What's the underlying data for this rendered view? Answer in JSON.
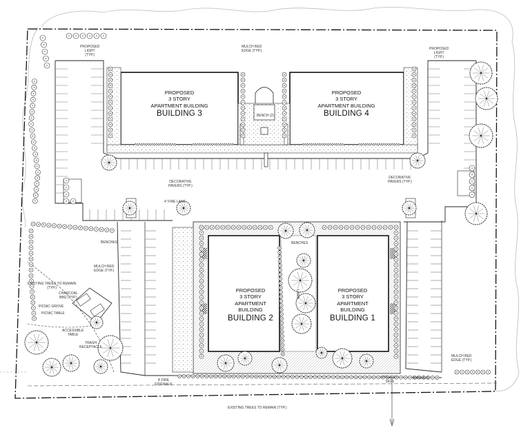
{
  "buildings": {
    "b3": {
      "line1": "PROPOSED",
      "line2": "3 STORY",
      "line3": "APARTMENT BUILDING",
      "name": "BUILDING 3"
    },
    "b4": {
      "line1": "PROPOSED",
      "line2": "3 STORY",
      "line3": "APARTMENT BUILDING",
      "name": "BUILDING 4"
    },
    "b2": {
      "line1": "PROPOSED",
      "line2": "3 STORY",
      "line3": "APARTMENT",
      "line4": "BUILDING",
      "name": "BUILDING 2"
    },
    "b1": {
      "line1": "PROPOSED",
      "line2": "3 STORY",
      "line3": "APARTMENT",
      "line4": "BUILDING",
      "name": "BUILDING 1"
    }
  },
  "labels": {
    "light_left": {
      "l1": "PROPOSED",
      "l2": "LIGHT",
      "l3": "(TYP.)"
    },
    "light_right": {
      "l1": "PROPOSED",
      "l2": "LIGHT",
      "l3": "(TYP.)"
    },
    "mulch_top": {
      "l1": "MULCH BED",
      "l2": "EDGE (TYP.)"
    },
    "mulch_left": {
      "l1": "MULCH BED",
      "l2": "EDGE (TYP.)"
    },
    "mulch_right": {
      "l1": "MULCH BED",
      "l2": "EDGE (TYP.)"
    },
    "bench_top": "BENCH (2)",
    "pavers_left": {
      "l1": "DECORATIVE",
      "l2": "PAVERS (TYP.)"
    },
    "pavers_right": {
      "l1": "DECORATIVE",
      "l2": "PAVERS (TYP.)"
    },
    "benches_left": "BENCHES",
    "benches_center": "BENCHES",
    "existing_trees_left": {
      "l1": "EXISTING TREES TO REMAIN",
      "l2": "(TYP.)"
    },
    "charcoal": {
      "l1": "CHARCOAL",
      "l2": "BBQ (TYP.)"
    },
    "picnic_grove": "PICNIC GROVE",
    "picnic_table": "PICNIC TABLE",
    "accessible_table": {
      "l1": "ACCESSIBLE",
      "l2": "TABLE"
    },
    "trash": {
      "l1": "TRASH",
      "l2": "RECEPTACLE"
    },
    "lawn": "LAWN",
    "project_sign": {
      "l1": "PROJECT",
      "l2": "SIGN"
    },
    "annuals": "ANNUALS",
    "ff_sidewalk": {
      "l1": "4' FIRE",
      "l2": "SIDEWALK"
    },
    "ff_lane": "4' FIRE LANE",
    "existing_trees_bottom": "EXISTING TREES TO REMAIN (TYP.)"
  }
}
